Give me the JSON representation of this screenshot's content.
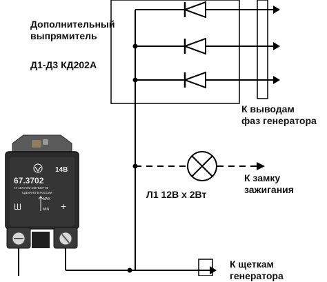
{
  "labels": {
    "rectifier_line1": "Дополнительный",
    "rectifier_line2": "выпрямитель",
    "diodes": "Д1-Д3 КД202А",
    "phases_line1": "К выводам",
    "phases_line2": "фаз генератора",
    "lamp": "Л1 12В х 2Вт",
    "ignition_line1": "К замку",
    "ignition_line2": "зажигания",
    "brushes_line1": "К щеткам",
    "brushes_line2": "генератора"
  },
  "regulator": {
    "model": "67.3702",
    "voltage": "14В",
    "serial": "ТУ 4573-003-44875337-99",
    "made_in": "СДЕЛАНО В РОССИИ",
    "max": "MAX",
    "min": "MIN",
    "terminal_left": "Ш",
    "terminal_right": "+"
  },
  "colors": {
    "wire": "#000000",
    "regulator_body": "#2b2b2b",
    "regulator_label": "#e8e8e8"
  }
}
